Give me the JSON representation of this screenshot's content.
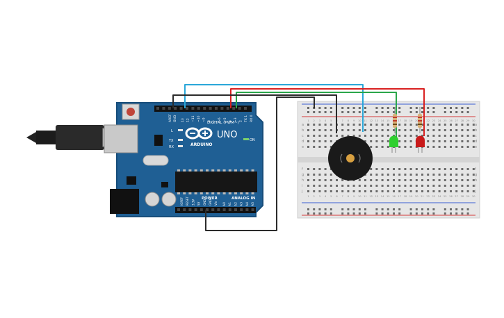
{
  "board": {
    "brand": "ARDUINO",
    "model": "UNO",
    "on_label": "ON",
    "digital_label": "DIGITAL (PWM~)",
    "power_label": "POWER",
    "analog_label": "ANALOG IN",
    "aref": "AREF",
    "gnd": "GND",
    "l_label": "L",
    "tx_label": "TX",
    "rx_label": "RX",
    "digital_pins": [
      "13",
      "12",
      "~11",
      "~10",
      "~9",
      "8",
      "7",
      "~6",
      "~5",
      "4",
      "~3",
      "2",
      "TX 1",
      "RX 0"
    ],
    "power_pins": [
      "IOREF",
      "RESET",
      "3.3V",
      "5V",
      "GND",
      "GND",
      "Vin"
    ],
    "analog_pins": [
      "A0",
      "A1",
      "A2",
      "A3",
      "A4",
      "A5"
    ]
  },
  "breadboard": {
    "row_letters_top": [
      "a",
      "b",
      "c",
      "d",
      "e"
    ],
    "row_letters_bottom": [
      "f",
      "g",
      "h",
      "i",
      "j"
    ],
    "column_numbers": [
      "1",
      "2",
      "3",
      "4",
      "5",
      "6",
      "7",
      "8",
      "9",
      "10",
      "11",
      "12",
      "13",
      "14",
      "15",
      "16",
      "17",
      "18",
      "19",
      "20",
      "21",
      "22",
      "23",
      "24",
      "25",
      "26",
      "27",
      "28",
      "29",
      "30"
    ]
  },
  "components": {
    "led_green_color": "#2fcf2f",
    "led_red_color": "#c81a1a",
    "buzzer_color": "#1a1a1a"
  },
  "wires": {
    "blue": "#2aa7d9",
    "red": "#d92020",
    "green": "#2aa64a",
    "black": "#2b2b2b"
  },
  "colors": {
    "board": "#1f5f94",
    "board_dark": "#174d7a",
    "breadboard": "#e6e6e6"
  }
}
